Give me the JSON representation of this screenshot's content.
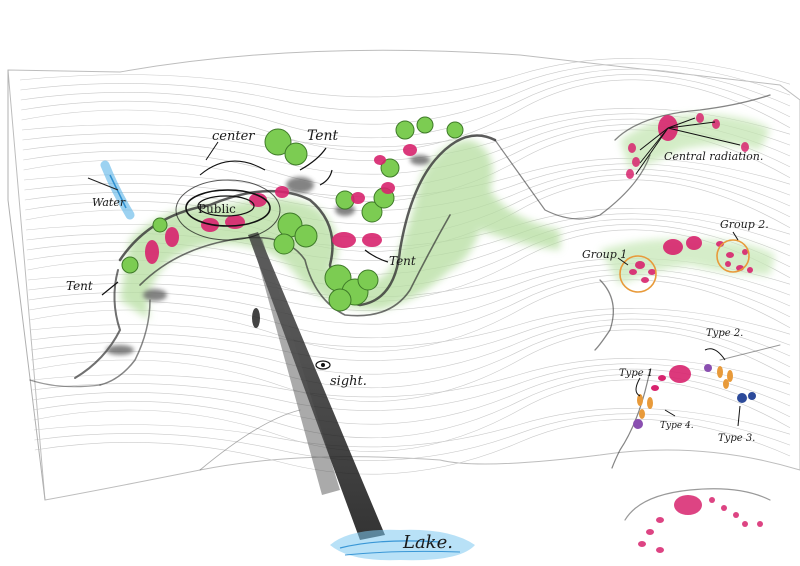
{
  "labels": {
    "center": "center",
    "tent_top": "Tent",
    "tent_left": "Tent",
    "tent_mid": "Tent",
    "water": "Water",
    "public": "Public",
    "sight": "sight.",
    "lake": "Lake.",
    "central_radiation": "Central radiation.",
    "group1": "Group 1",
    "group2": "Group 2.",
    "type1": "Type 1",
    "type2": "Type 2.",
    "type3": "Type 3.",
    "type4": "Type 4."
  },
  "colors": {
    "magenta": "#d8246e",
    "green": "#7ccc52",
    "green_wash": "#b8dfa4",
    "water": "#5ab4e8",
    "orange": "#e89a3a",
    "purple": "#8a4fb0",
    "navy": "#2c4a9a",
    "ink": "#222222"
  }
}
